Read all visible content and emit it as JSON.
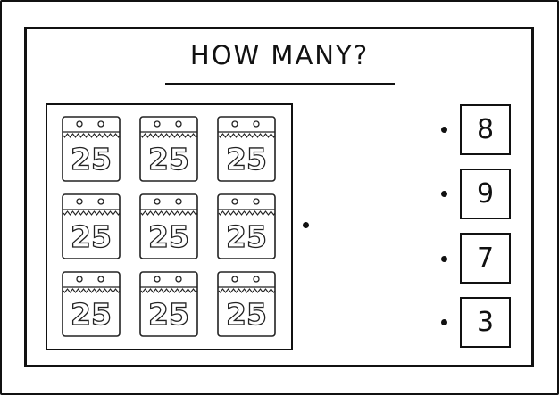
{
  "worksheet": {
    "title": "HOW MANY?",
    "calendar": {
      "icon": "calendar-icon",
      "number": "25",
      "count": 9
    },
    "options": [
      "8",
      "9",
      "7",
      "3"
    ]
  }
}
